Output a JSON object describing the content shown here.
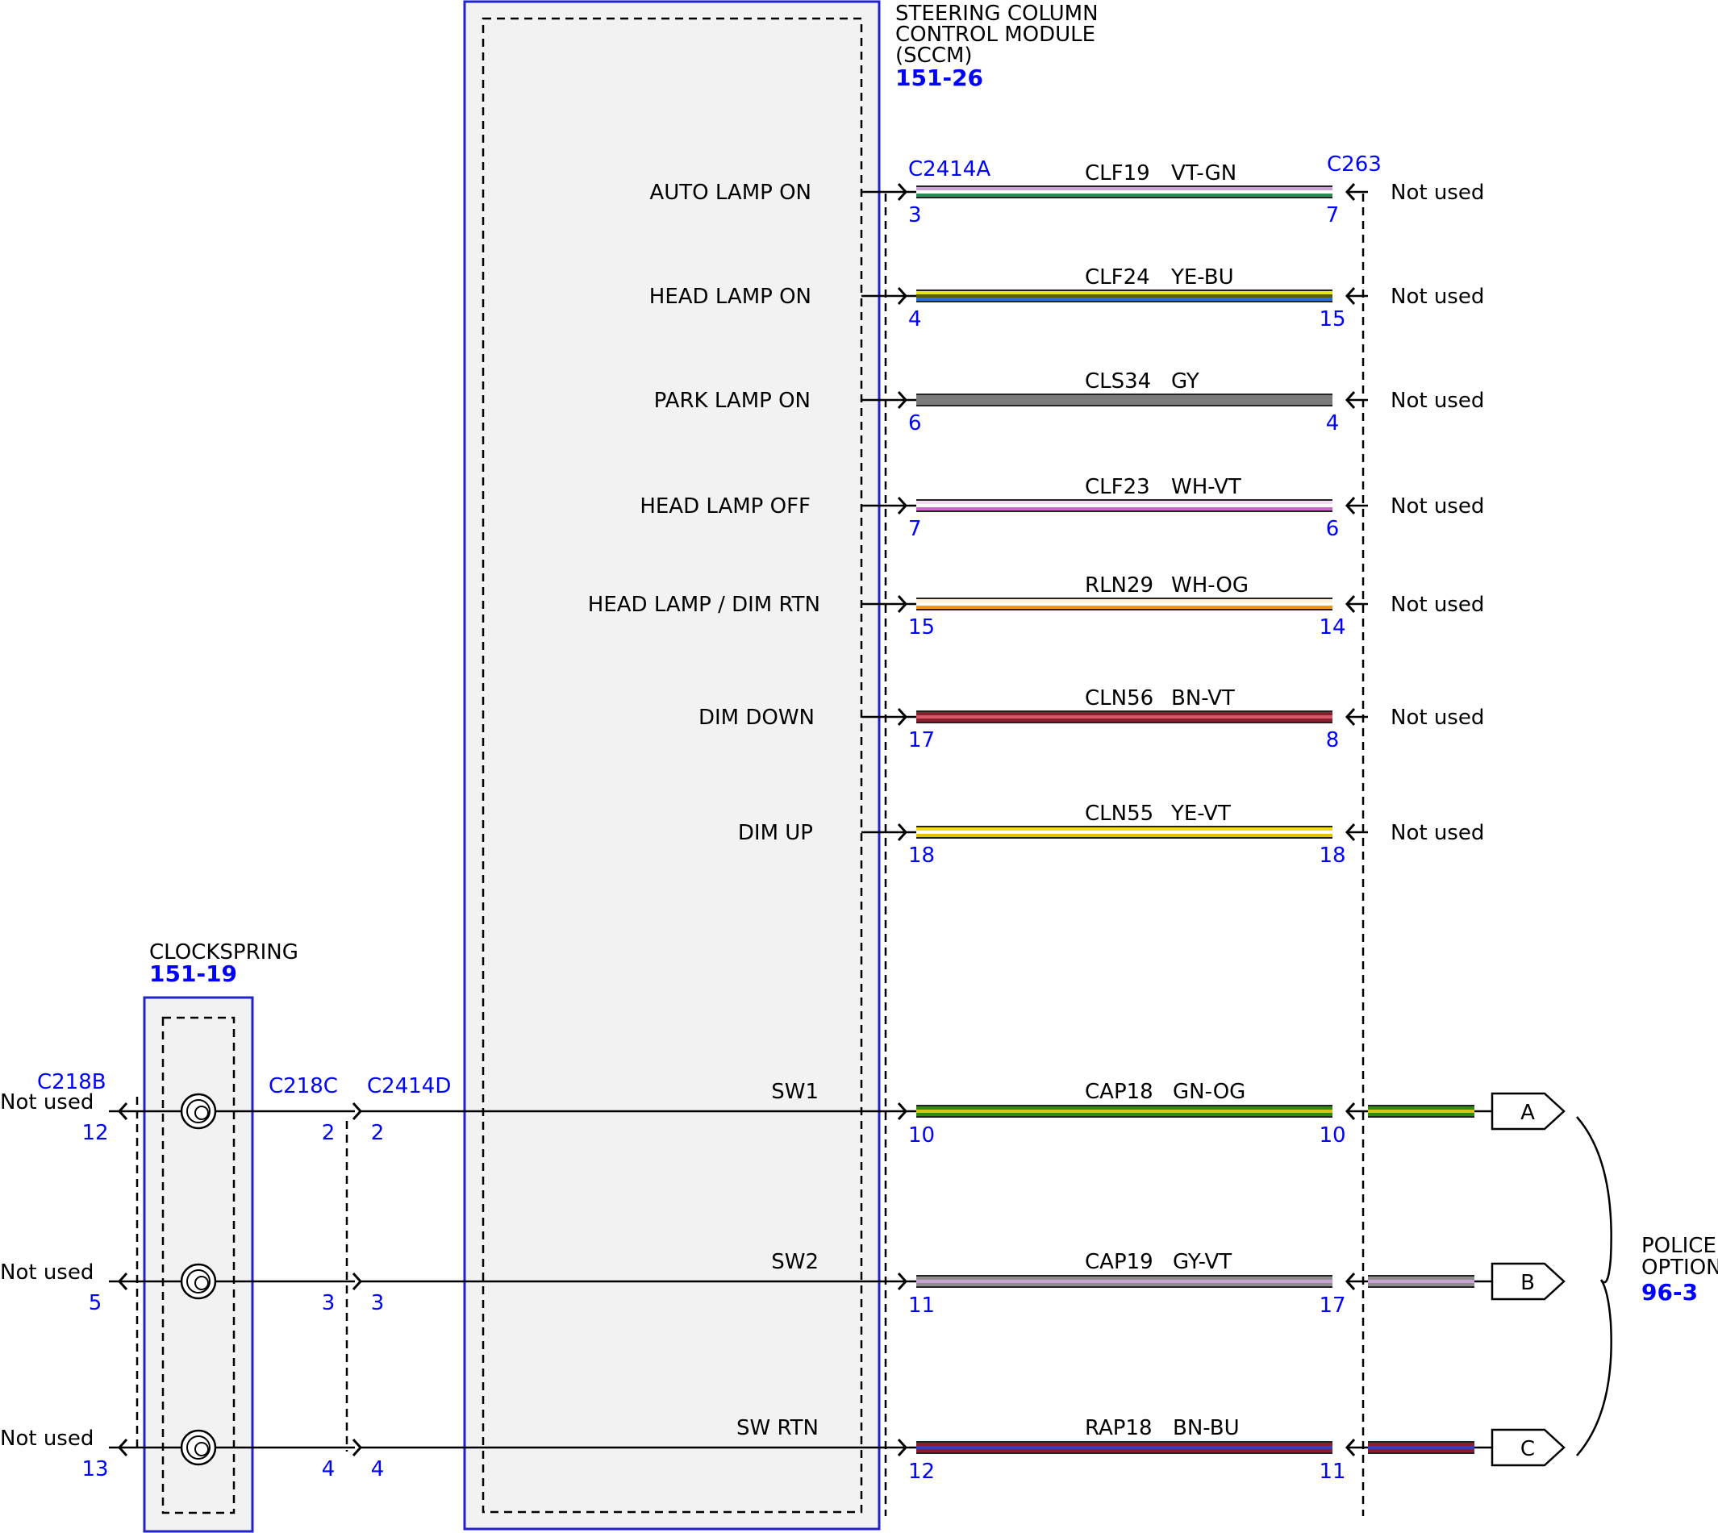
{
  "sccm": {
    "title_lines": [
      "STEERING COLUMN",
      "CONTROL MODULE",
      "(SCCM)"
    ],
    "ref": "151-26",
    "connector_left": "C2414A",
    "connector_right": "C263"
  },
  "clockspring": {
    "title": "CLOCKSPRING",
    "ref": "151-19",
    "connector_far_left": "C218B",
    "connector_right": "C218C",
    "connector_sccm": "C2414D"
  },
  "police_option": {
    "lines": [
      "POLICE",
      "OPTION"
    ],
    "ref": "96-3"
  },
  "circuits_upper": [
    {
      "signal": "AUTO LAMP ON",
      "circuit": "CLF19",
      "color_code": "VT-GN",
      "pin_left": "3",
      "pin_right": "7",
      "right_text": "Not used",
      "colors": [
        "#c8a2d4",
        "#ffffff",
        "#2e8b57"
      ]
    },
    {
      "signal": "HEAD LAMP ON",
      "circuit": "CLF24",
      "color_code": "YE-BU",
      "pin_left": "4",
      "pin_right": "15",
      "right_text": "Not used",
      "colors": [
        "#e6e619",
        "#5a5a00",
        "#2a6fd6"
      ]
    },
    {
      "signal": "PARK LAMP ON",
      "circuit": "CLS34",
      "color_code": "GY",
      "pin_left": "6",
      "pin_right": "4",
      "right_text": "Not used",
      "colors": [
        "#7a7a7a",
        "#7a7a7a",
        "#7a7a7a"
      ]
    },
    {
      "signal": "HEAD LAMP OFF",
      "circuit": "CLF23",
      "color_code": "WH-VT",
      "pin_left": "7",
      "pin_right": "6",
      "right_text": "Not used",
      "colors": [
        "#f3dbf3",
        "#ffffff",
        "#cc66cc"
      ]
    },
    {
      "signal": "HEAD LAMP / DIM RTN",
      "circuit": "RLN29",
      "color_code": "WH-OG",
      "pin_left": "15",
      "pin_right": "14",
      "right_text": "Not used",
      "colors": [
        "#fff2dc",
        "#ffffff",
        "#f0941e"
      ]
    },
    {
      "signal": "DIM DOWN",
      "circuit": "CLN56",
      "color_code": "BN-VT",
      "pin_left": "17",
      "pin_right": "8",
      "right_text": "Not used",
      "colors": [
        "#8b1e2a",
        "#d65a6a",
        "#8b1e2a"
      ]
    },
    {
      "signal": "DIM UP",
      "circuit": "CLN55",
      "color_code": "YE-VT",
      "pin_left": "18",
      "pin_right": "18",
      "right_text": "Not used",
      "colors": [
        "#f2dd1a",
        "#ffffff",
        "#e0c400"
      ]
    }
  ],
  "circuits_lower": [
    {
      "signal": "SW1",
      "circuit": "CAP18",
      "color_code": "GN-OG",
      "pin_left": "10",
      "pin_right": "10",
      "far_left_text": "Not used",
      "far_left_pin": "12",
      "cs_pin": "2",
      "sccm_pin": "2",
      "off_page": "A",
      "colors": [
        "#2f8a12",
        "#d9c21e",
        "#2f8a12"
      ]
    },
    {
      "signal": "SW2",
      "circuit": "CAP19",
      "color_code": "GY-VT",
      "pin_left": "11",
      "pin_right": "17",
      "far_left_text": "Not used",
      "far_left_pin": "5",
      "cs_pin": "3",
      "sccm_pin": "3",
      "off_page": "B",
      "colors": [
        "#8e8e8e",
        "#c8a2d4",
        "#8e8e8e"
      ]
    },
    {
      "signal": "SW RTN",
      "circuit": "RAP18",
      "color_code": "BN-BU",
      "pin_left": "12",
      "pin_right": "11",
      "far_left_text": "Not used",
      "far_left_pin": "13",
      "cs_pin": "4",
      "sccm_pin": "4",
      "off_page": "C",
      "colors": [
        "#8b1e2a",
        "#3040c8",
        "#8b1e2a"
      ]
    }
  ]
}
